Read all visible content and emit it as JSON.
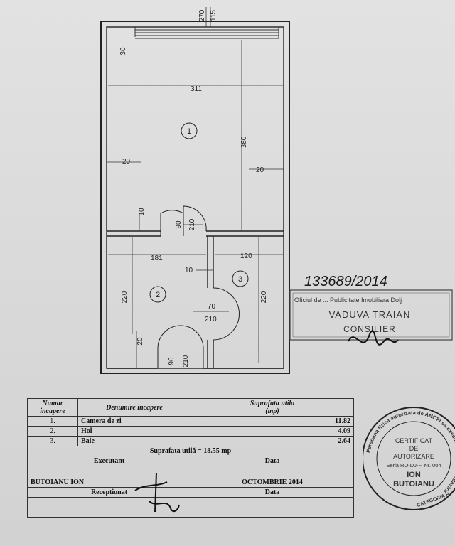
{
  "dimensions": {
    "top_right_a": "270",
    "top_right_b": "115",
    "top_left": "30",
    "width_room1": "311",
    "height_room1": "380",
    "wall_left": "20",
    "wall_right": "20",
    "wall_mid_left": "10",
    "door1_w": "90",
    "door1_h": "210",
    "width_room2": "181",
    "width_room3": "120",
    "wall_mid": "10",
    "height_room2": "220",
    "height_room3": "220",
    "door2_w": "70",
    "door2_h": "210",
    "wall_bottom": "20",
    "door3_w": "90",
    "door3_h": "210"
  },
  "rooms": [
    "1",
    "2",
    "3"
  ],
  "registration_number": "133689/2014",
  "stamp_rect": {
    "line1": "Oficiul de ... Publicitate Imobiliara Dolj",
    "line2": "VADUVA TRAIAN",
    "line3": "CONSILIER"
  },
  "stamp_round": {
    "ring_text": "Persoana fizica autorizata de ANCPI sa execute lucrari de cadastru",
    "line1": "CERTIFICAT",
    "line2": "DE",
    "line3": "AUTORIZARE",
    "line4": "Seria RO-DJ-F, Nr. 004",
    "line5": "ION",
    "line6": "BUTOIANU",
    "line7": "CATEGORIA B"
  },
  "table": {
    "h_num": "Numar incapere",
    "h_name": "Denumire incapere",
    "h_area": "Suprafata utila",
    "h_unit": "(mp)",
    "rows": [
      {
        "num": "1.",
        "name": "Camera de zi",
        "area": "11.82"
      },
      {
        "num": "2.",
        "name": "Hol",
        "area": "4.09"
      },
      {
        "num": "3.",
        "name": "Baie",
        "area": "2.64"
      }
    ],
    "total": "Suprafata utilă = 18.55  mp",
    "executant_label": "Executant",
    "data_label": "Data",
    "executant_name": "BUTOIANU ION",
    "executant_date": "OCTOMBRIE  2014",
    "receptionat_label": "Receptionat",
    "data_label2": "Data"
  }
}
